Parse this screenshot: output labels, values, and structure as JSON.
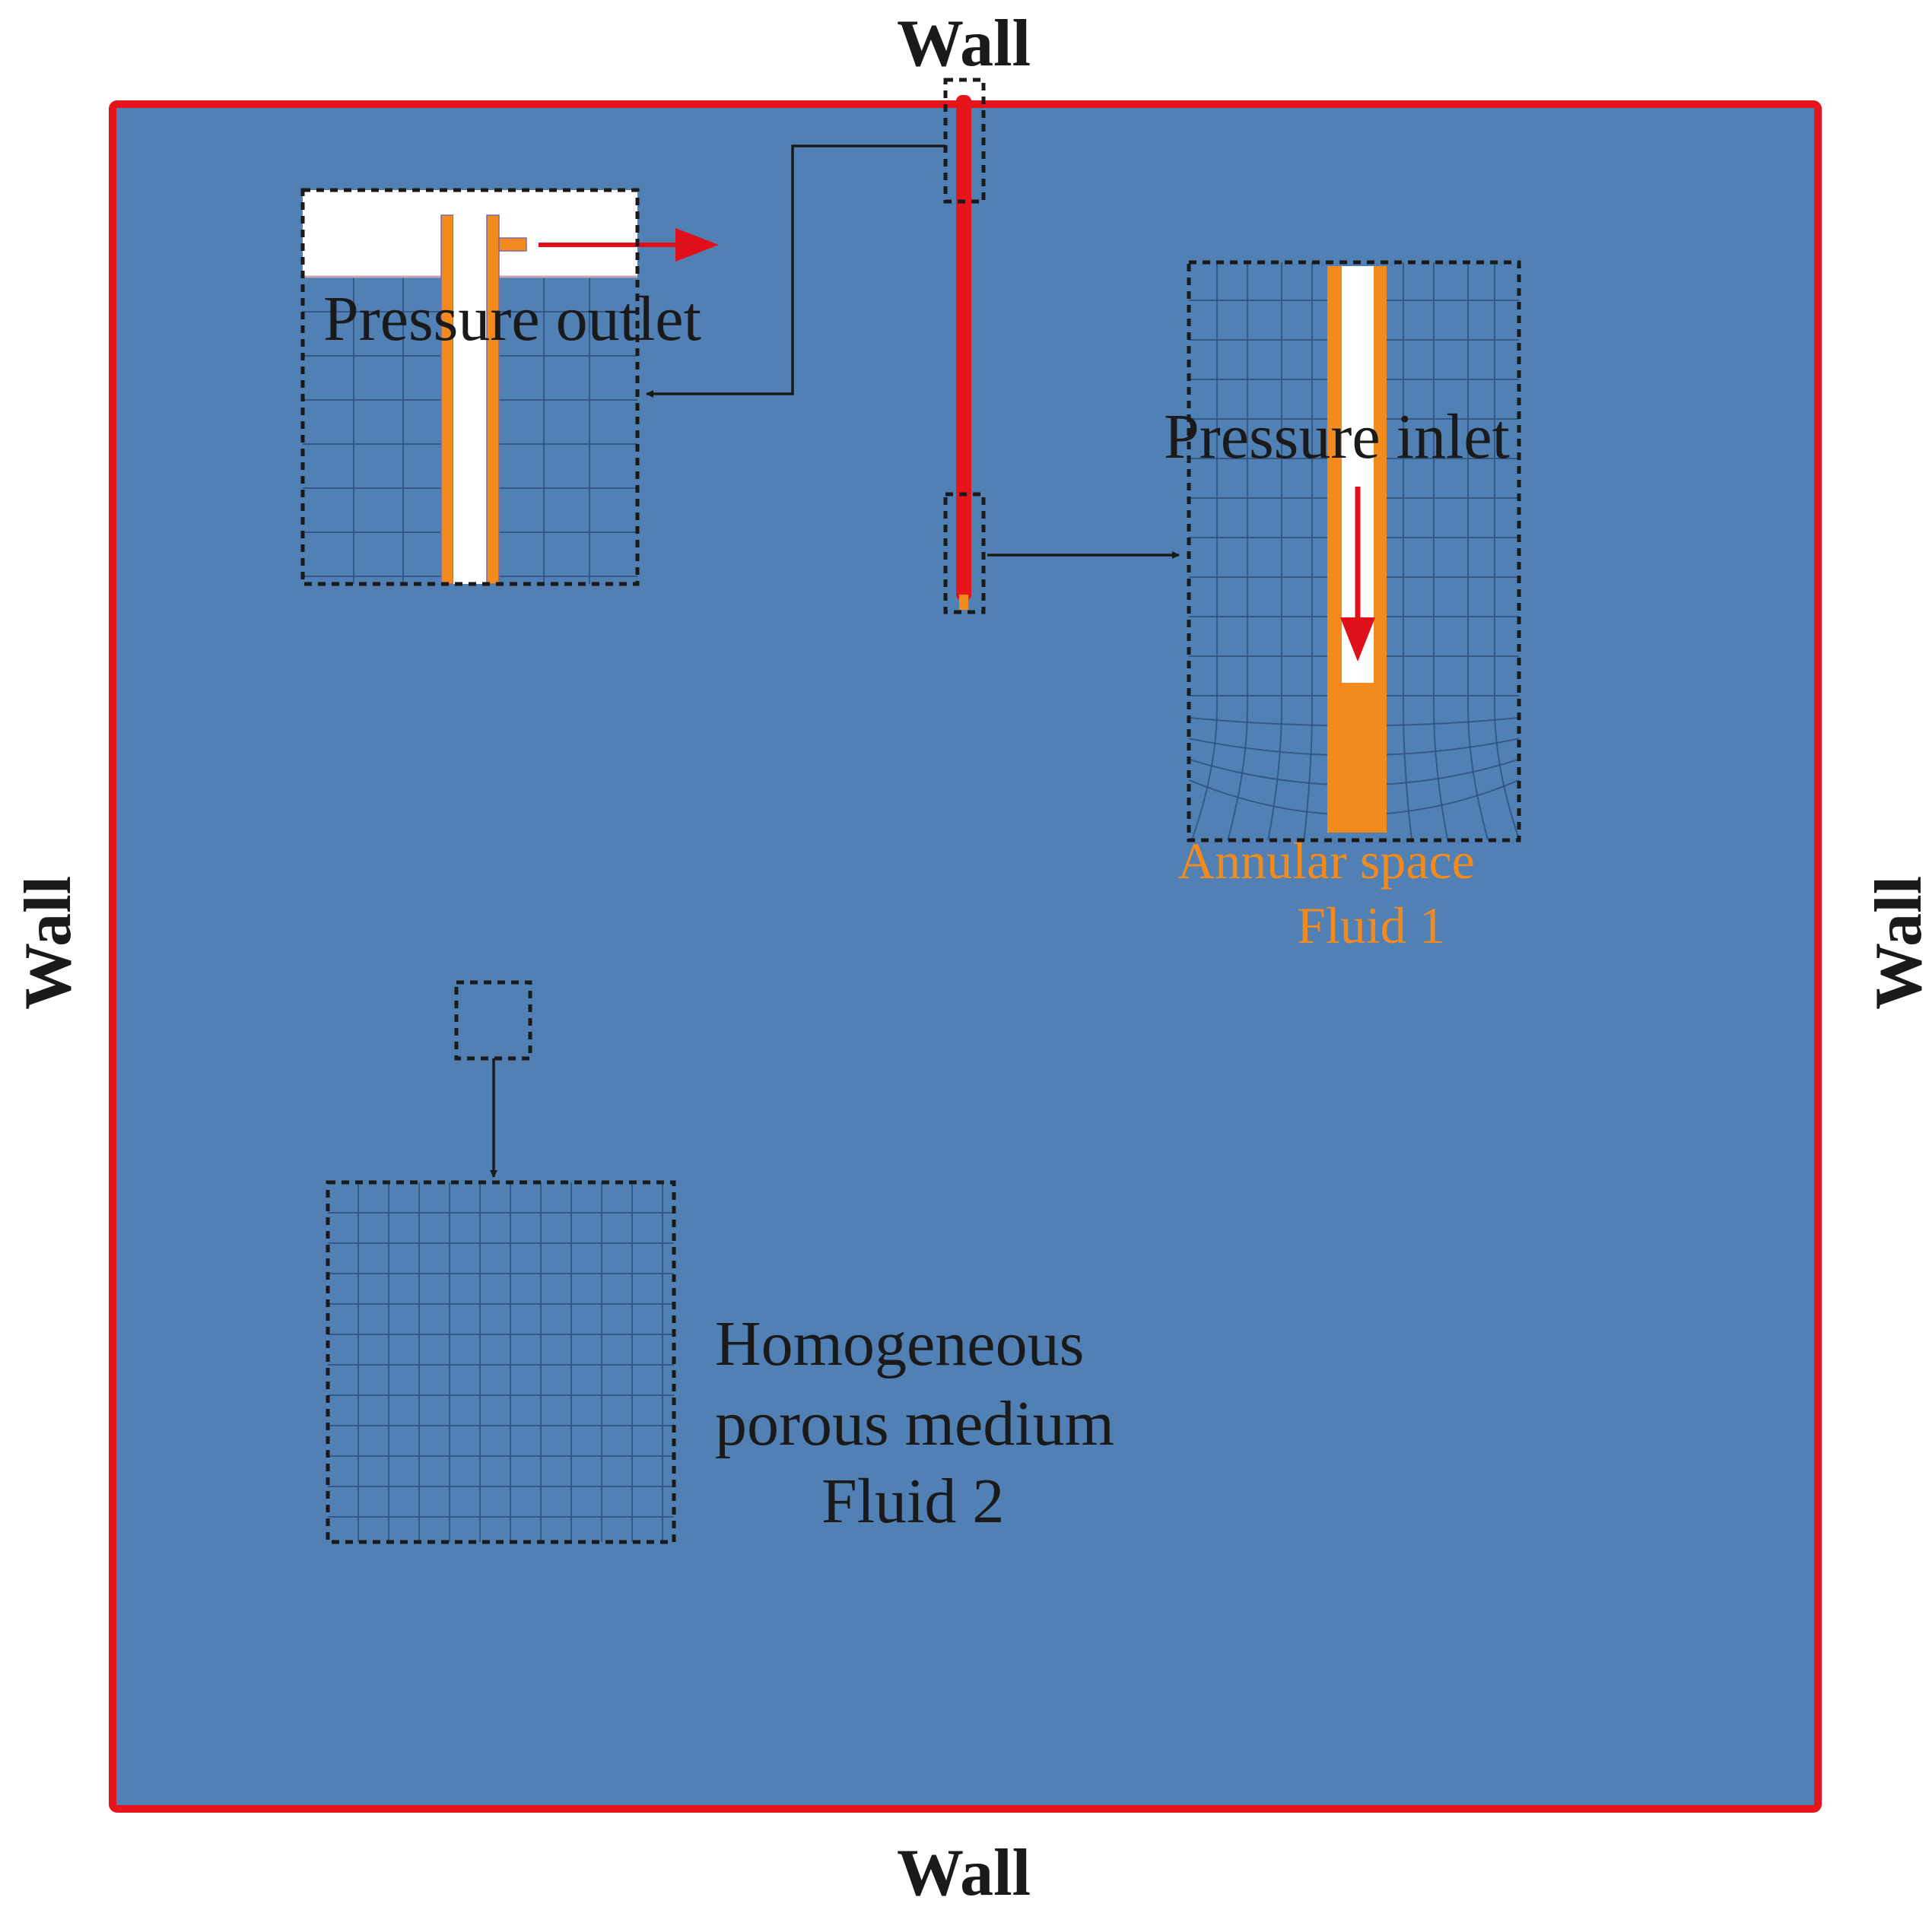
{
  "labels": {
    "wall_top": "Wall",
    "wall_bottom": "Wall",
    "wall_left": "Wall",
    "wall_right": "Wall",
    "pressure_outlet": "Pressure outlet",
    "pressure_inlet": "Pressure inlet",
    "annular_space": "Annular space",
    "fluid_1": "Fluid 1",
    "homogeneous": "Homogeneous",
    "porous_medium": "porous medium",
    "fluid_2": "Fluid 2"
  },
  "colors": {
    "domain_fill": "#5180b5",
    "wall_boundary": "#e8141c",
    "annulus": "#f28a1e",
    "flow_arrow": "#e0101a",
    "label_text": "#1a1a1a",
    "annulus_text": "#f28a1e"
  }
}
